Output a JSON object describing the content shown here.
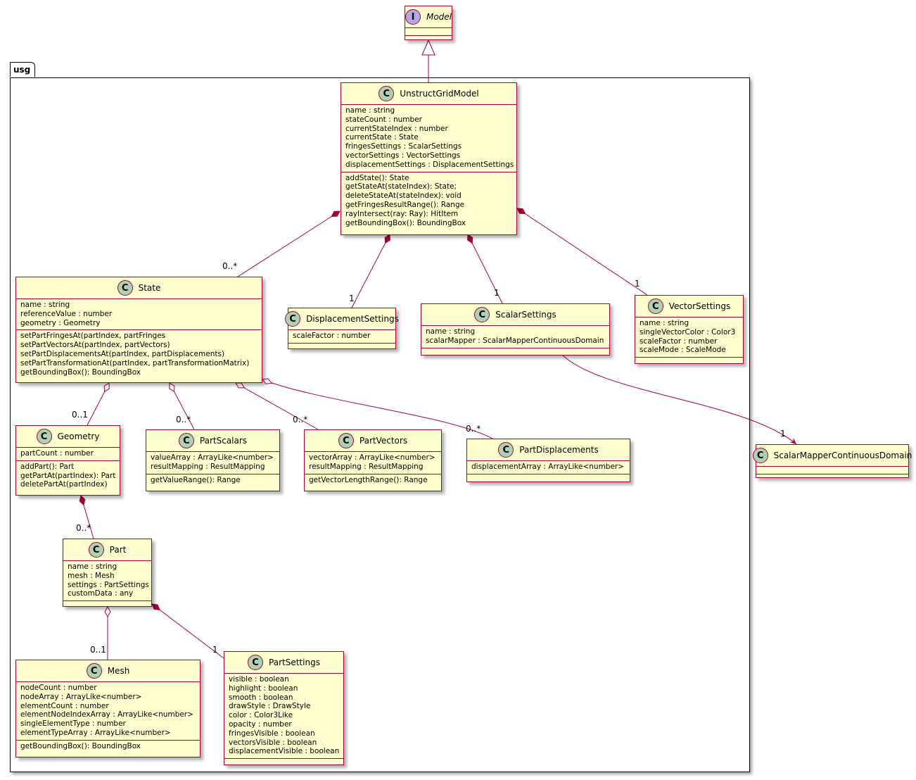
{
  "package": {
    "name": "usg"
  },
  "colors": {
    "fill": "#FEFECE",
    "border": "#A80036",
    "class_circle": "#ADD1B2",
    "interface_circle": "#B4A7E5"
  },
  "classes": [
    {
      "id": "model",
      "kind": "interface",
      "stereo": "I",
      "name": "Model",
      "attributes": [],
      "methods": []
    },
    {
      "id": "ugm",
      "kind": "class",
      "stereo": "C",
      "name": "UnstructGridModel",
      "attributes": [
        "name : string",
        "stateCount : number",
        "currentStateIndex : number",
        "currentState : State",
        "fringesSettings : ScalarSettings",
        "vectorSettings : VectorSettings",
        "displacementSettings : DisplacementSettings"
      ],
      "methods": [
        "addState(): State",
        "getStateAt(stateIndex): State;",
        "deleteStateAt(stateIndex): void",
        "getFringesResultRange(): Range",
        "rayIntersect(ray: Ray): HitItem",
        "getBoundingBox(): BoundingBox"
      ]
    },
    {
      "id": "state",
      "kind": "class",
      "stereo": "C",
      "name": "State",
      "attributes": [
        "name : string",
        "referenceValue : number",
        "geometry : Geometry"
      ],
      "methods": [
        "setPartFringesAt(partIndex, partFringes",
        "setPartVectorsAt(partIndex, partVectors)",
        "setPartDisplacementsAt(partIndex, partDisplacements)",
        "setPartTransformationAt(partIndex, partTransformationMatrix)",
        "getBoundingBox(): BoundingBox"
      ]
    },
    {
      "id": "disp",
      "kind": "class",
      "stereo": "C",
      "name": "DisplacementSettings",
      "attributes": [
        "scaleFactor : number"
      ],
      "methods": []
    },
    {
      "id": "scalar",
      "kind": "class",
      "stereo": "C",
      "name": "ScalarSettings",
      "attributes": [
        "name : string",
        "scalarMapper : ScalarMapperContinuousDomain"
      ],
      "methods": []
    },
    {
      "id": "vector",
      "kind": "class",
      "stereo": "C",
      "name": "VectorSettings",
      "attributes": [
        "name : string",
        "singleVectorColor : Color3",
        "scaleFactor : number",
        "scaleMode : ScaleMode"
      ],
      "methods": []
    },
    {
      "id": "smcd",
      "kind": "class",
      "stereo": "C",
      "name": "ScalarMapperContinuousDomain",
      "attributes": [],
      "methods": []
    },
    {
      "id": "geometry",
      "kind": "class",
      "stereo": "C",
      "name": "Geometry",
      "attributes": [
        "partCount : number"
      ],
      "methods": [
        "addPart(): Part",
        "getPartAt(partIndex): Part",
        "deletePartAt(partIndex)"
      ]
    },
    {
      "id": "pscalars",
      "kind": "class",
      "stereo": "C",
      "name": "PartScalars",
      "attributes": [
        "valueArray : ArrayLike<number>",
        "resultMapping : ResultMapping"
      ],
      "methods": [
        "getValueRange(): Range"
      ]
    },
    {
      "id": "pvectors",
      "kind": "class",
      "stereo": "C",
      "name": "PartVectors",
      "attributes": [
        "vectorArray : ArrayLike<number>",
        "resultMapping : ResultMapping"
      ],
      "methods": [
        "getVectorLengthRange(): Range"
      ]
    },
    {
      "id": "pdisp",
      "kind": "class",
      "stereo": "C",
      "name": "PartDisplacements",
      "attributes": [
        "displacementArray : ArrayLike<number>"
      ],
      "methods": []
    },
    {
      "id": "part",
      "kind": "class",
      "stereo": "C",
      "name": "Part",
      "attributes": [
        "name : string",
        "mesh : Mesh",
        "settings : PartSettings",
        "customData : any"
      ],
      "methods": []
    },
    {
      "id": "mesh",
      "kind": "class",
      "stereo": "C",
      "name": "Mesh",
      "attributes": [
        "nodeCount : number",
        "nodeArray : ArrayLike<number>",
        "elementCount : number",
        "elementNodeIndexArray : ArrayLike<number>",
        "singleElementType : number",
        "elementTypeArray : ArrayLike<number>"
      ],
      "methods": [
        "getBoundingBox(): BoundingBox"
      ]
    },
    {
      "id": "psettings",
      "kind": "class",
      "stereo": "C",
      "name": "PartSettings",
      "attributes": [
        "visible : boolean",
        "highlight : boolean",
        "smooth : boolean",
        "drawStyle : DrawStyle",
        "color : Color3Like",
        "opacity : number",
        "fringesVisible : boolean",
        "vectorsVisible : boolean",
        "displacementVisible : boolean"
      ],
      "methods": []
    }
  ],
  "edges": [
    {
      "from": "UnstructGridModel",
      "to": "Model",
      "type": "realization",
      "multiplicity": ""
    },
    {
      "from": "UnstructGridModel",
      "to": "State",
      "type": "composition",
      "multiplicity": "0..*"
    },
    {
      "from": "UnstructGridModel",
      "to": "DisplacementSettings",
      "type": "composition",
      "multiplicity": "1"
    },
    {
      "from": "UnstructGridModel",
      "to": "ScalarSettings",
      "type": "composition",
      "multiplicity": "1"
    },
    {
      "from": "UnstructGridModel",
      "to": "VectorSettings",
      "type": "composition",
      "multiplicity": "1"
    },
    {
      "from": "ScalarSettings",
      "to": "ScalarMapperContinuousDomain",
      "type": "association",
      "multiplicity": "1"
    },
    {
      "from": "State",
      "to": "Geometry",
      "type": "aggregation",
      "multiplicity": "0..1"
    },
    {
      "from": "State",
      "to": "PartScalars",
      "type": "aggregation",
      "multiplicity": "0..*"
    },
    {
      "from": "State",
      "to": "PartVectors",
      "type": "aggregation",
      "multiplicity": "0..*"
    },
    {
      "from": "State",
      "to": "PartDisplacements",
      "type": "aggregation",
      "multiplicity": "0..*"
    },
    {
      "from": "Geometry",
      "to": "Part",
      "type": "composition",
      "multiplicity": "0..*"
    },
    {
      "from": "Part",
      "to": "Mesh",
      "type": "aggregation",
      "multiplicity": "0..1"
    },
    {
      "from": "Part",
      "to": "PartSettings",
      "type": "composition",
      "multiplicity": "1"
    }
  ]
}
